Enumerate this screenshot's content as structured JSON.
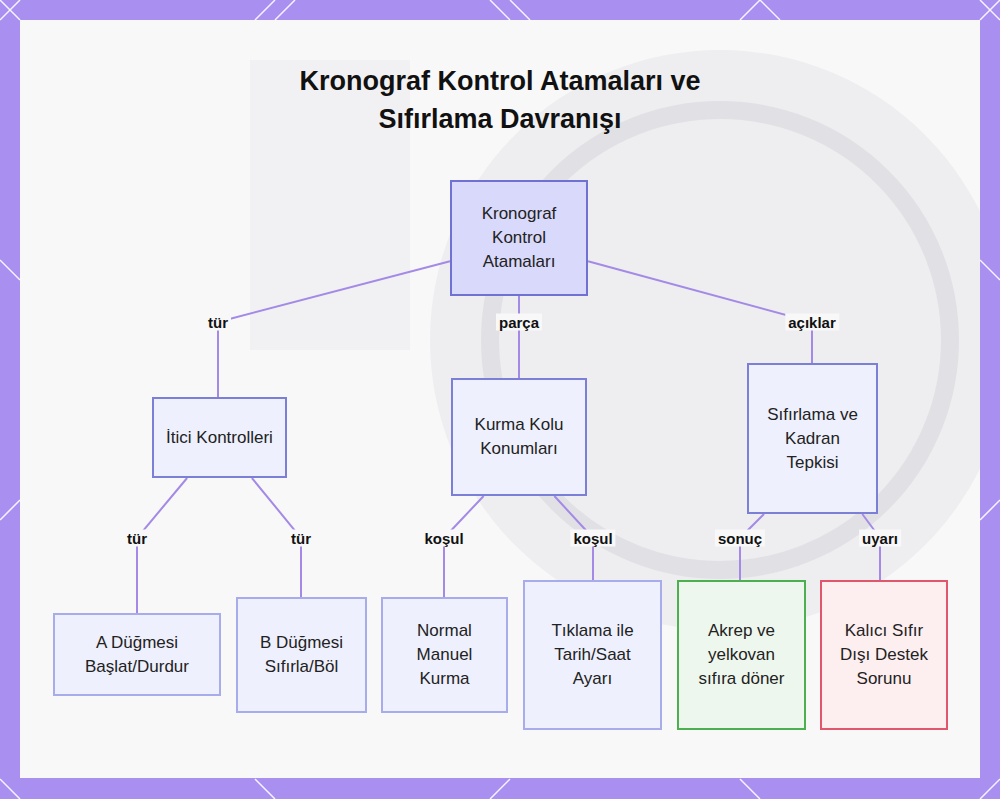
{
  "diagram": {
    "title": "Kronograf Kontrol Atamaları ve Sıfırlama Davranışı",
    "nodes": [
      {
        "text": [
          "Kronograf Kontrol Atamaları"
        ]
      },
      {
        "text": [
          "İtici Kontrolleri"
        ]
      },
      {
        "text": [
          "Kurma Kolu Konumları"
        ]
      },
      {
        "text": [
          "Sıfırlama ve Kadran Tepkisi"
        ]
      },
      {
        "text": [
          "A Düğmesi Başlat/Durdur"
        ]
      },
      {
        "text": [
          "B Düğmesi Sıfırla/Böl"
        ]
      },
      {
        "text": [
          "Normal Manuel Kurma"
        ]
      },
      {
        "text": [
          "Tıklama ile Tarih/Saat Ayarı"
        ]
      },
      {
        "text": [
          "Akrep ve yelkovan sıfıra döner"
        ]
      },
      {
        "text": [
          "Kalıcı Sıfır Dışı Destek Sorunu"
        ]
      }
    ],
    "edges": [
      {
        "from": 0,
        "to": 1,
        "label": "tür",
        "arrow": "none"
      },
      {
        "from": 0,
        "to": 2,
        "label": "parça",
        "arrow": "none"
      },
      {
        "from": 0,
        "to": 3,
        "label": "açıklar",
        "arrow": "none"
      },
      {
        "from": 1,
        "to": 4,
        "label": "tür",
        "arrow": "none"
      },
      {
        "from": 1,
        "to": 5,
        "label": "tür",
        "arrow": "none"
      },
      {
        "from": 2,
        "to": 6,
        "label": "koşul",
        "arrow": "none"
      },
      {
        "from": 2,
        "to": 7,
        "label": "koşul",
        "arrow": "none"
      },
      {
        "from": 3,
        "to": 8,
        "label": "sonuç",
        "arrow": "none"
      },
      {
        "from": 3,
        "to": 9,
        "label": "uyarı",
        "arrow": "none"
      }
    ]
  }
}
